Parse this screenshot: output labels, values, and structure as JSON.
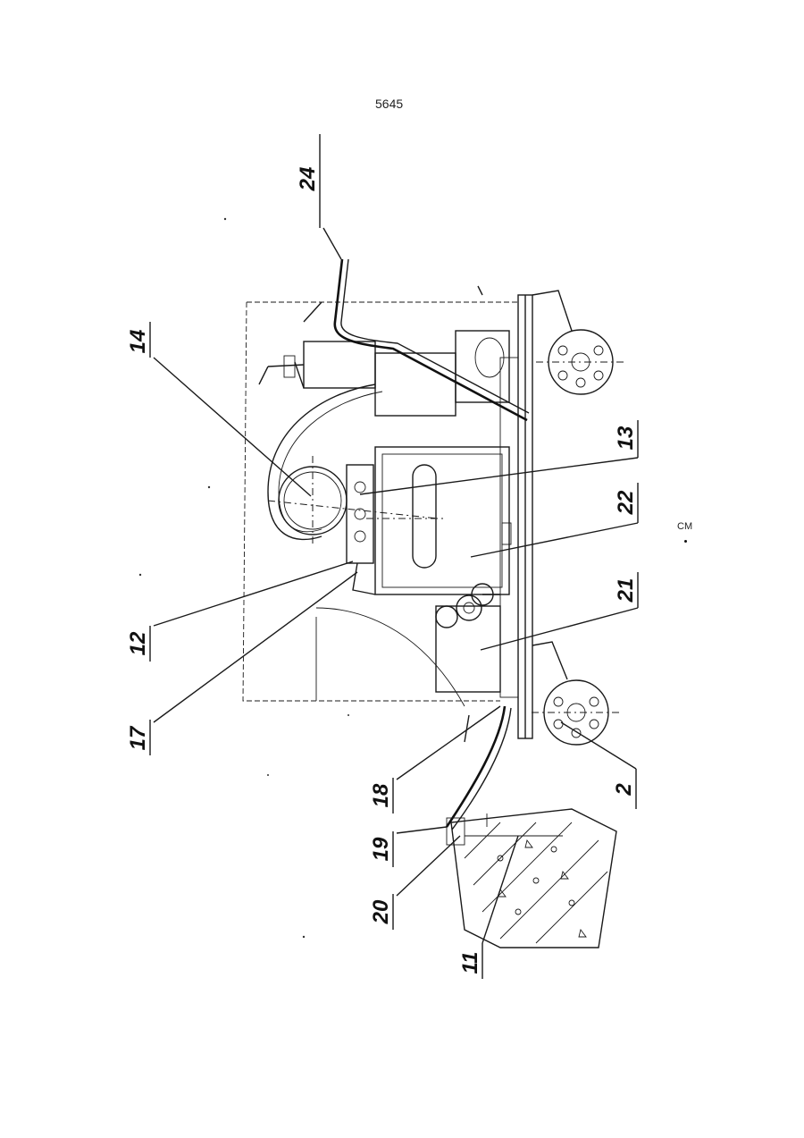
{
  "page": {
    "number": "5645",
    "scale_unit": "CM"
  },
  "callouts": [
    {
      "id": "c24",
      "label": "24"
    },
    {
      "id": "c14",
      "label": "14"
    },
    {
      "id": "c13",
      "label": "13"
    },
    {
      "id": "c22",
      "label": "22"
    },
    {
      "id": "c21",
      "label": "21"
    },
    {
      "id": "c12",
      "label": "12"
    },
    {
      "id": "c17",
      "label": "17"
    },
    {
      "id": "c18",
      "label": "18"
    },
    {
      "id": "c2",
      "label": "2"
    },
    {
      "id": "c19",
      "label": "19"
    },
    {
      "id": "c20",
      "label": "20"
    },
    {
      "id": "c11",
      "label": "11"
    }
  ]
}
